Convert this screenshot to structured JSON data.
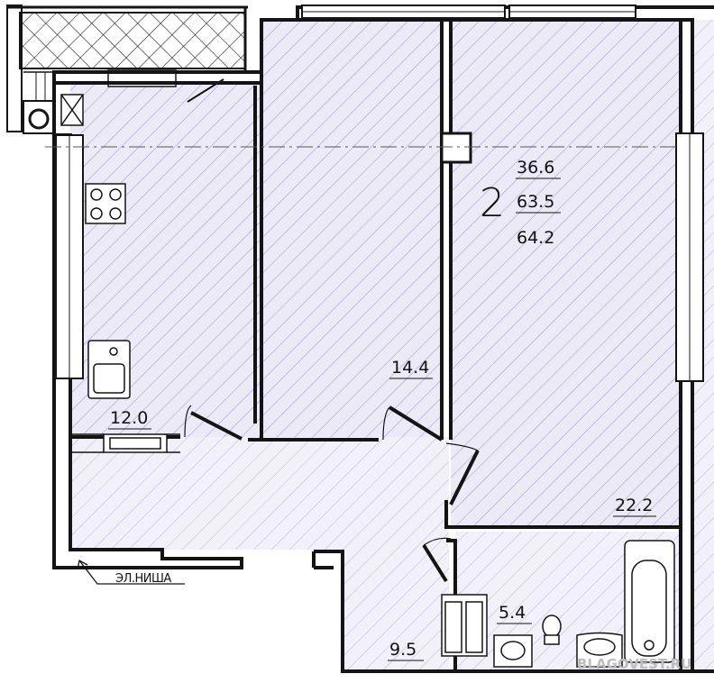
{
  "plan": {
    "apartment_number": "2",
    "summary_areas": {
      "living": "36.6",
      "total": "63.5",
      "total_with_balcony": "64.2"
    },
    "rooms": {
      "kitchen": "12.0",
      "room_small": "14.4",
      "room_large": "22.2",
      "bathroom": "5.4",
      "hall": "9.5"
    },
    "niche_label": "ЭЛ.НИША",
    "watermark": "BLAGOVEST.RU"
  },
  "colors": {
    "hatch_blue": "#8e92cc",
    "fill_blue": "#e9eaf7",
    "wall": "#141414"
  }
}
